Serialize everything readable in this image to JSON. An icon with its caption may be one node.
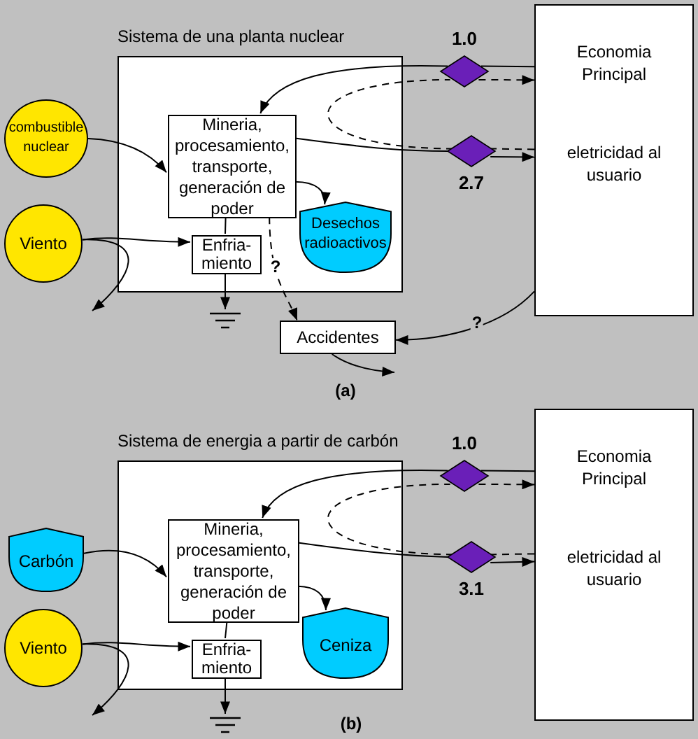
{
  "diagram": {
    "nodes": [
      {
        "text": [
          "Sistema de una planta nuclear"
        ]
      },
      {
        "text": [
          "combustible nuclear"
        ]
      },
      {
        "text": [
          "Viento"
        ]
      },
      {
        "text": [
          "Mineria, procesamiento, transporte, generación de poder"
        ],
        "in": 0
      },
      {
        "text": [
          "Enfria- miento"
        ],
        "in": 0
      },
      {
        "text": [
          "Desechos radioactivos"
        ],
        "in": 0
      },
      {
        "text": [
          "1.0"
        ]
      },
      {
        "text": [
          "2.7"
        ]
      },
      {
        "text": [
          "Economia Principal",
          "eletricidad al usuario"
        ]
      },
      {
        "text": [
          "Accidentes"
        ]
      },
      {
        "text": [],
        "shape": "ground"
      },
      {
        "text": [
          "Sistema de energia a partir de carbón"
        ]
      },
      {
        "text": [
          "Carbón"
        ]
      },
      {
        "text": [
          "Viento"
        ]
      },
      {
        "text": [
          "Mineria, procesamiento, transporte, generación de poder"
        ],
        "in": 11
      },
      {
        "text": [
          "Enfria- miento"
        ],
        "in": 11
      },
      {
        "text": [
          "Ceniza"
        ],
        "in": 11
      },
      {
        "text": [
          "1.0"
        ]
      },
      {
        "text": [
          "3.1"
        ]
      },
      {
        "text": [
          "Economia Principal",
          "eletricidad al usuario"
        ]
      },
      {
        "text": [],
        "shape": "ground"
      }
    ],
    "edges": [
      {
        "from": 1,
        "to": 3,
        "arrow": "to"
      },
      {
        "from": 2,
        "to": 4,
        "arrow": "to"
      },
      {
        "from": 2,
        "to": null,
        "arrow": "to"
      },
      {
        "from": 3,
        "to": 4,
        "arrow": "none"
      },
      {
        "from": 4,
        "to": 10,
        "arrow": "to"
      },
      {
        "from": 3,
        "to": 5,
        "arrow": "to"
      },
      {
        "from": 3,
        "to": 9,
        "arrow": "to",
        "label": "?",
        "style": "dashed"
      },
      {
        "from": 8,
        "to": 9,
        "arrow": "to",
        "label": "?"
      },
      {
        "from": 9,
        "to": null,
        "arrow": "to"
      },
      {
        "from": 8,
        "to": 6,
        "arrow": "none"
      },
      {
        "from": 6,
        "to": 3,
        "arrow": "to"
      },
      {
        "from": 8,
        "to": 7,
        "arrow": "none",
        "style": "dashed"
      },
      {
        "from": 7,
        "to": 6,
        "arrow": "none",
        "style": "dashed"
      },
      {
        "from": 6,
        "to": 8,
        "arrow": "to",
        "style": "dashed"
      },
      {
        "from": 3,
        "to": 7,
        "arrow": "none"
      },
      {
        "from": 7,
        "to": 8,
        "arrow": "to"
      },
      {
        "from": 12,
        "to": 14,
        "arrow": "to"
      },
      {
        "from": 13,
        "to": 15,
        "arrow": "to"
      },
      {
        "from": 13,
        "to": null,
        "arrow": "to"
      },
      {
        "from": 14,
        "to": 15,
        "arrow": "none"
      },
      {
        "from": 15,
        "to": 20,
        "arrow": "to"
      },
      {
        "from": 14,
        "to": 16,
        "arrow": "to"
      },
      {
        "from": 19,
        "to": 17,
        "arrow": "none"
      },
      {
        "from": 17,
        "to": 14,
        "arrow": "to"
      },
      {
        "from": 19,
        "to": 18,
        "arrow": "none",
        "style": "dashed"
      },
      {
        "from": 18,
        "to": 17,
        "arrow": "none",
        "style": "dashed"
      },
      {
        "from": 17,
        "to": 19,
        "arrow": "to",
        "style": "dashed"
      },
      {
        "from": 14,
        "to": 18,
        "arrow": "none"
      },
      {
        "from": 18,
        "to": 19,
        "arrow": "to"
      }
    ],
    "labels": [
      "(a)",
      "(b)"
    ]
  }
}
